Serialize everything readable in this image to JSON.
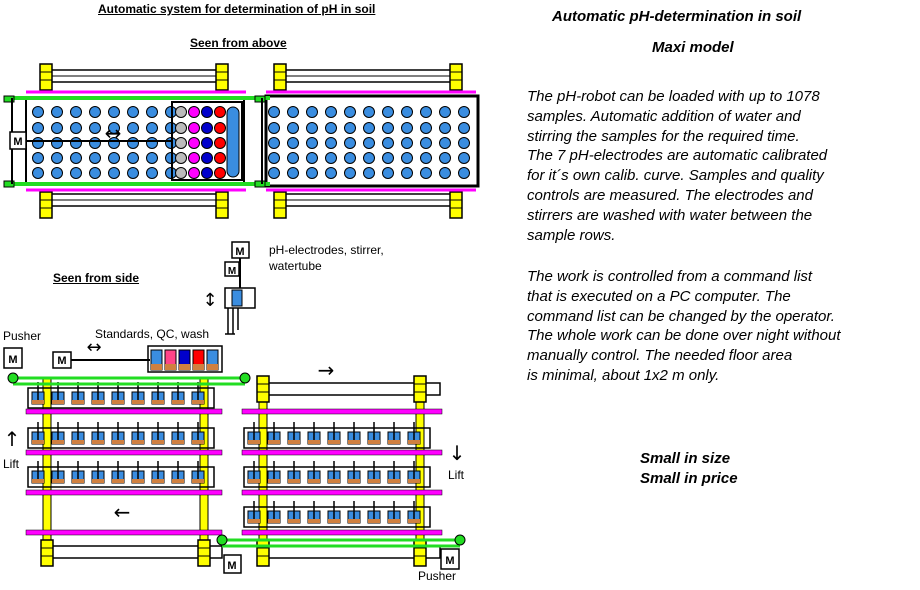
{
  "diagram": {
    "title": "Automatic system for determination of pH in soil",
    "top_view_label": "Seen from above",
    "side_view_label": "Seen from side",
    "motor_symbol": "M",
    "electrodes_label": [
      "pH-electrodes, stirrer,",
      "watertube"
    ],
    "standards_label": "Standards, QC, wash",
    "pusher_label": "Pusher",
    "lift_label": "Lift",
    "arrow_right": "→",
    "arrow_left": "←",
    "arrow_up": "↑",
    "arrow_down": "↓",
    "arrow_updown": "↕",
    "arrow_leftright": "↔"
  },
  "panel": {
    "title": "Automatic pH-determination in soil",
    "subtitle": "Maxi model",
    "paragraph1": [
      "The pH-robot can be loaded with up to 1078",
      "samples. Automatic addition of water and",
      "stirring the samples for the required time.",
      "The 7 pH-electrodes are automatic calibrated",
      "for it´s own calib. curve. Samples and quality",
      "controls are measured.  The electrodes and",
      "stirrers are washed with water between the",
      "sample rows."
    ],
    "paragraph2": [
      "The work is controlled from a command list",
      "that is executed on a PC computer. The",
      "command list can be changed by the operator.",
      "The whole work can be done over night without",
      "manually control.  The needed floor area",
      "is minimal, about 1x2 m only."
    ],
    "tagline": [
      "Small in size",
      "Small in price"
    ]
  },
  "colors": {
    "sample": "#3a8de0",
    "magenta": "#ff00ff",
    "green": "#22dd22",
    "yellow": "#ffff00",
    "red": "#ff0000",
    "blue": "#0000cc",
    "pink": "#ff4488",
    "soil": "#d08040"
  }
}
